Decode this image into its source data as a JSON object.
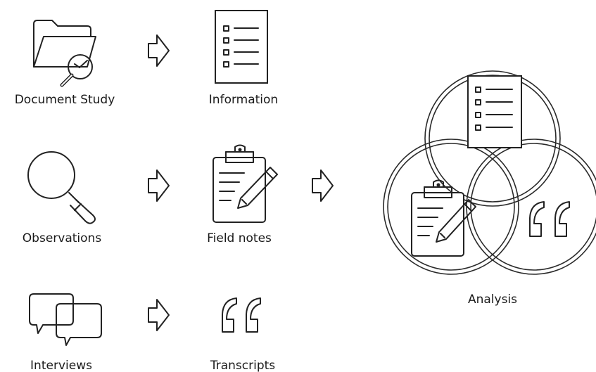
{
  "labels": {
    "document_study": "Document Study",
    "information": "Information",
    "observations": "Observations",
    "field_notes": "Field notes",
    "interviews": "Interviews",
    "transcripts": "Transcripts",
    "analysis": "Analysis"
  },
  "icons": {
    "document_study": "folder-magnifier-icon",
    "information": "checklist-icon",
    "observations": "magnifier-icon",
    "field_notes": "clipboard-pencil-icon",
    "interviews": "speech-bubbles-icon",
    "transcripts": "quote-marks-icon",
    "flow_arrow": "outline-arrow-right-icon",
    "analysis": "venn-diagram-icon"
  },
  "colors": {
    "line": "#222222",
    "background": "#ffffff"
  }
}
